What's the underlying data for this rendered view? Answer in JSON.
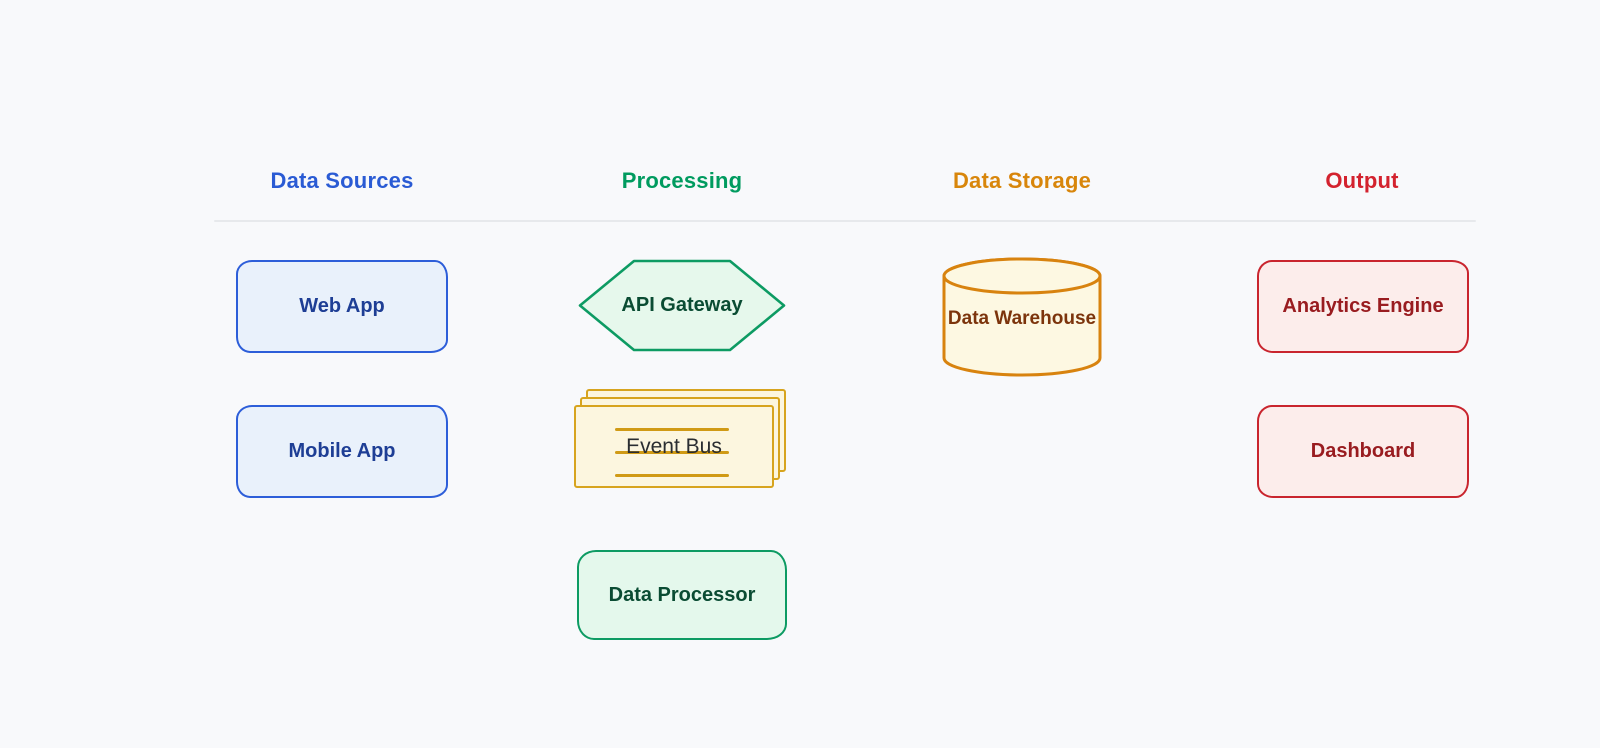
{
  "diagram": {
    "columns": [
      {
        "label": "Data Sources",
        "color": "#2a5bd4"
      },
      {
        "label": "Processing",
        "color": "#009b5f"
      },
      {
        "label": "Data Storage",
        "color": "#d8860b"
      },
      {
        "label": "Output",
        "color": "#d3222e"
      }
    ],
    "nodes": {
      "web_app": {
        "label": "Web App",
        "shape": "rounded-rectangle",
        "column": "Data Sources",
        "fill": "#e9f1fb",
        "border": "#2d5ed9",
        "text_color": "#1e3e95"
      },
      "mobile_app": {
        "label": "Mobile App",
        "shape": "rounded-rectangle",
        "column": "Data Sources",
        "fill": "#e9f1fb",
        "border": "#2d5ed9",
        "text_color": "#1e3e95"
      },
      "api_gateway": {
        "label": "API Gateway",
        "shape": "hexagon",
        "column": "Processing",
        "fill": "#e6f8ec",
        "border": "#0d9b63",
        "text_color": "#0a4c33"
      },
      "event_bus": {
        "label": "Event Bus",
        "shape": "stacked-rectangles",
        "column": "Processing",
        "fill": "#fcf6df",
        "border": "#d7a41e",
        "text_color": "#2a2d31"
      },
      "data_processor": {
        "label": "Data Processor",
        "shape": "rounded-rectangle",
        "column": "Processing",
        "fill": "#e4f8ec",
        "border": "#0d9b63",
        "text_color": "#0a4c33"
      },
      "data_warehouse": {
        "label": "Data Warehouse",
        "shape": "cylinder",
        "column": "Data Storage",
        "fill": "#fdf8e2",
        "border": "#d8830f",
        "text_color": "#7c340c"
      },
      "analytics_engine": {
        "label": "Analytics Engine",
        "shape": "rounded-rectangle",
        "column": "Output",
        "fill": "#fcedeb",
        "border": "#c9252e",
        "text_color": "#991c20"
      },
      "dashboard": {
        "label": "Dashboard",
        "shape": "rounded-rectangle",
        "column": "Output",
        "fill": "#fcedeb",
        "border": "#c9252e",
        "text_color": "#991c20"
      }
    },
    "background_color": "#f8f9fb",
    "divider_color": "#e7e9ec"
  }
}
